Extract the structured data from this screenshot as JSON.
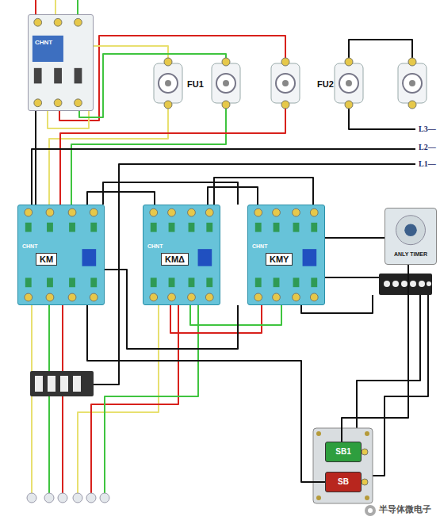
{
  "diagram": {
    "nodes": [
      {
        "text": [
          "CHNT"
        ]
      },
      {
        "text": [
          "CHNT",
          "KM"
        ]
      },
      {
        "text": [
          "CHNT",
          "KMΔ"
        ]
      },
      {
        "text": [
          "CHNT",
          "KMY"
        ]
      },
      {
        "text": [
          "ANLY TIMER"
        ]
      },
      {
        "text": [
          "SB1"
        ]
      },
      {
        "text": [
          "SB"
        ]
      }
    ],
    "edges": [
      {
        "from": 0,
        "to": 1,
        "arrow": "none"
      },
      {
        "from": 1,
        "to": 2,
        "arrow": "none"
      },
      {
        "from": 2,
        "to": 3,
        "arrow": "none"
      },
      {
        "from": 3,
        "to": 4,
        "arrow": "none"
      },
      {
        "from": 4,
        "to": 5,
        "arrow": "none"
      },
      {
        "from": 1,
        "to": 6,
        "arrow": "none"
      }
    ],
    "labels": [
      "FU1",
      "FU2",
      "L3—",
      "L2—",
      "L1—",
      "半导体微电子"
    ]
  }
}
